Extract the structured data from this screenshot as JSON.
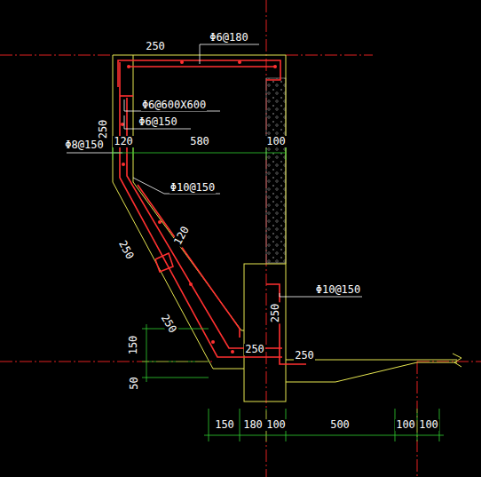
{
  "diagram": {
    "labels": [
      "Φ6@180",
      "250",
      "Φ6@600X600",
      "Φ6@150",
      "250",
      "120",
      "580",
      "100",
      "Φ8@150",
      "Φ10@150",
      "120",
      "250",
      "Φ10@150",
      "250",
      "250",
      "250",
      "250",
      "150",
      "50",
      "150",
      "180",
      "100",
      "500",
      "100",
      "100"
    ]
  }
}
